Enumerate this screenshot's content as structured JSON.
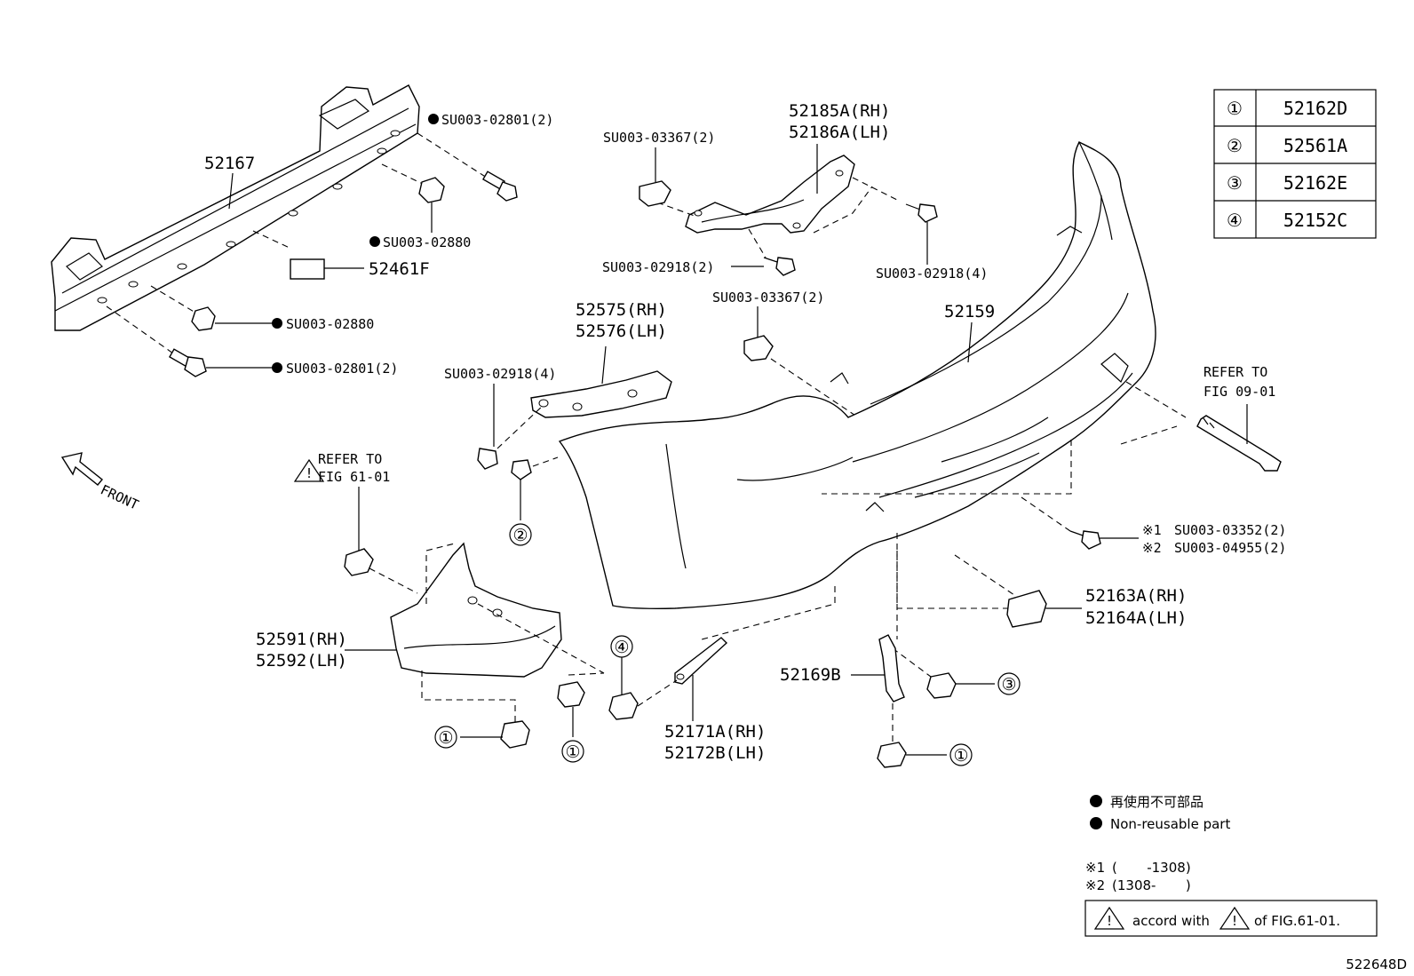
{
  "table": {
    "rows": [
      {
        "key": "①",
        "part": "52162D"
      },
      {
        "key": "②",
        "part": "52561A"
      },
      {
        "key": "③",
        "part": "52162E"
      },
      {
        "key": "④",
        "part": "52152C"
      }
    ]
  },
  "labels": {
    "reinforcement": "52167",
    "bolt_top": "SU003-02801(2)",
    "nut_mid": "SU003-02880",
    "pad": "52461F",
    "nut_low": "SU003-02880",
    "bolt_low": "SU003-02801(2)",
    "clip_top": "SU003-03367(2)",
    "bracket_rh": "52185A(RH)",
    "bracket_lh": "52186A(LH)",
    "screw_center": "SU003-02918(2)",
    "screw_right": "SU003-02918(4)",
    "clip_center": "SU003-03367(2)",
    "cover": "52159",
    "retainer_rh": "52575(RH)",
    "retainer_lh": "52576(LH)",
    "screw_left": "SU003-02918(4)",
    "refer_right_1": "REFER TO",
    "refer_right_2": "FIG 09-01",
    "refer_left_1": "REFER TO",
    "refer_left_2": "FIG 61-01",
    "front": "FRONT",
    "screw_note1_mark": "※1",
    "screw_note1": "SU003-03352(2)",
    "screw_note2_mark": "※2",
    "screw_note2": "SU003-04955(2)",
    "reflector_rh": "52163A(RH)",
    "reflector_lh": "52164A(LH)",
    "seal_rh": "52591(RH)",
    "seal_lh": "52592(LH)",
    "support": "52169B",
    "mud_rh": "52171A(RH)",
    "mud_lh": "52172B(LH)",
    "circle_1": "①",
    "circle_2": "②",
    "circle_3": "③",
    "circle_4": "④"
  },
  "legend": {
    "jp": "再使用不可部品",
    "en": "Non-reusable part",
    "note1_mark": "※1",
    "note1_range": "(       -1308)",
    "note2_mark": "※2",
    "note2_range": "(1308-       )",
    "accord_prefix": "accord with",
    "accord_suffix": "of FIG.61-01.",
    "figure_code": "522648D"
  }
}
